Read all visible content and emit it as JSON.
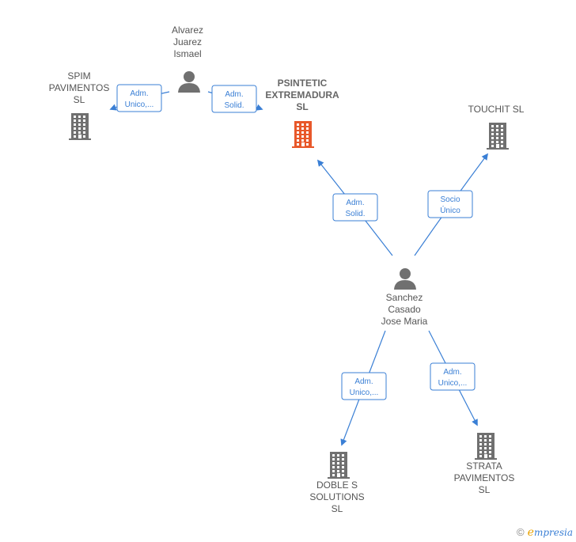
{
  "colors": {
    "building": "#707070",
    "building_main": "#e8582a",
    "person": "#707070",
    "edge": "#3a7fd5"
  },
  "nodes": [
    {
      "id": "alvarez",
      "kind": "person",
      "icon": "person-icon",
      "lines": [
        "Alvarez",
        "Juarez",
        "Ismael"
      ]
    },
    {
      "id": "spim",
      "kind": "company",
      "icon": "building-icon",
      "lines": [
        "SPIM",
        "PAVIMENTOS",
        "SL"
      ]
    },
    {
      "id": "psintetic",
      "kind": "company",
      "main": true,
      "icon": "building-icon",
      "lines": [
        "PSINTETIC",
        "EXTREMADURA",
        "SL"
      ]
    },
    {
      "id": "touchit",
      "kind": "company",
      "icon": "building-icon",
      "lines": [
        "TOUCHIT  SL"
      ]
    },
    {
      "id": "sanchez",
      "kind": "person",
      "icon": "person-icon",
      "lines": [
        "Sanchez",
        "Casado",
        "Jose Maria"
      ]
    },
    {
      "id": "doble",
      "kind": "company",
      "icon": "building-icon",
      "lines": [
        "DOBLE S",
        "SOLUTIONS",
        "SL"
      ]
    },
    {
      "id": "strata",
      "kind": "company",
      "icon": "building-icon",
      "lines": [
        "STRATA",
        "PAVIMENTOS",
        "SL"
      ]
    }
  ],
  "edges": [
    {
      "from": "alvarez",
      "to": "spim",
      "lines": [
        "Adm.",
        "Unico,..."
      ]
    },
    {
      "from": "alvarez",
      "to": "psintetic",
      "lines": [
        "Adm.",
        "Solid."
      ]
    },
    {
      "from": "sanchez",
      "to": "psintetic",
      "lines": [
        "Adm.",
        "Solid."
      ]
    },
    {
      "from": "sanchez",
      "to": "touchit",
      "lines": [
        "Socio",
        "Único"
      ]
    },
    {
      "from": "sanchez",
      "to": "doble",
      "lines": [
        "Adm.",
        "Unico,..."
      ]
    },
    {
      "from": "sanchez",
      "to": "strata",
      "lines": [
        "Adm.",
        "Unico,..."
      ]
    }
  ],
  "branding": {
    "copyright": "©",
    "initial": "e",
    "rest": "mpresia"
  }
}
